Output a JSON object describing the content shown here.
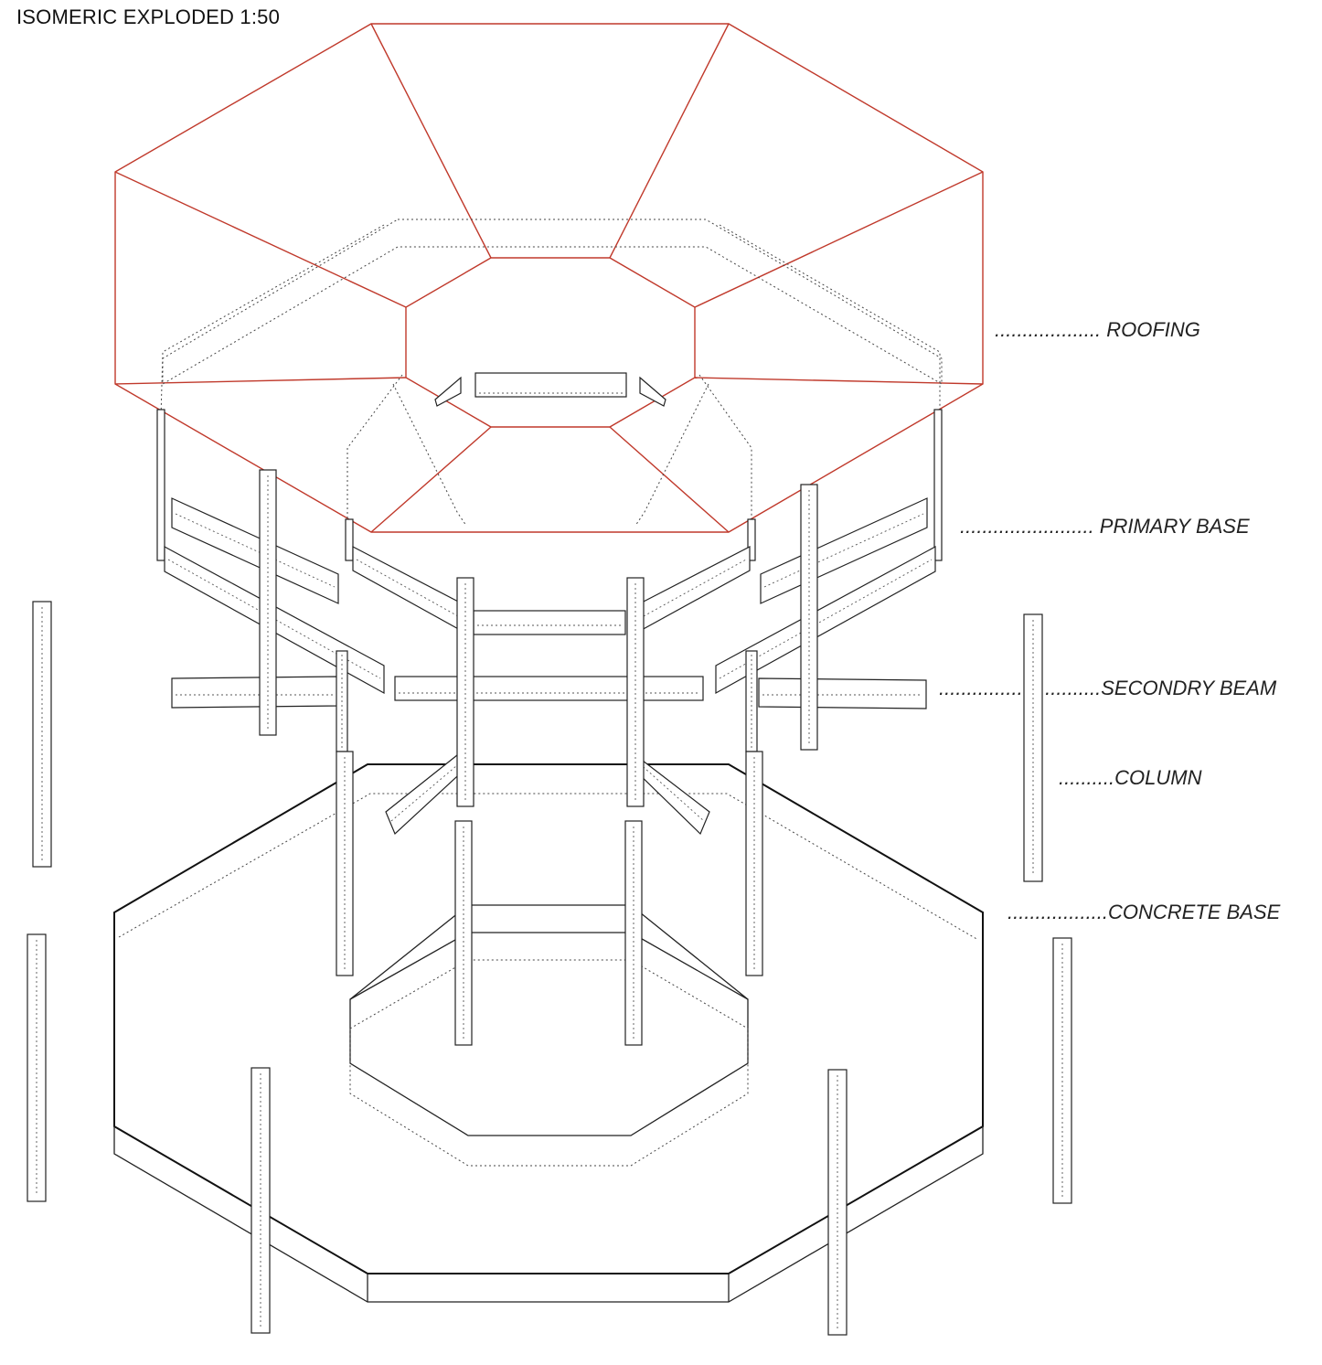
{
  "title": "ISOMERIC EXPLODED 1:50",
  "labels": {
    "roofing": "................... ROOFING",
    "primary_base": "........................ PRIMARY BASE",
    "secondary_beam": ".............................SECONDRY BEAM",
    "column": "..........COLUMN",
    "concrete_base": "..................CONCRETE BASE"
  },
  "colors": {
    "roof_line": "#c0392b",
    "line": "#222222",
    "background": "#ffffff"
  }
}
